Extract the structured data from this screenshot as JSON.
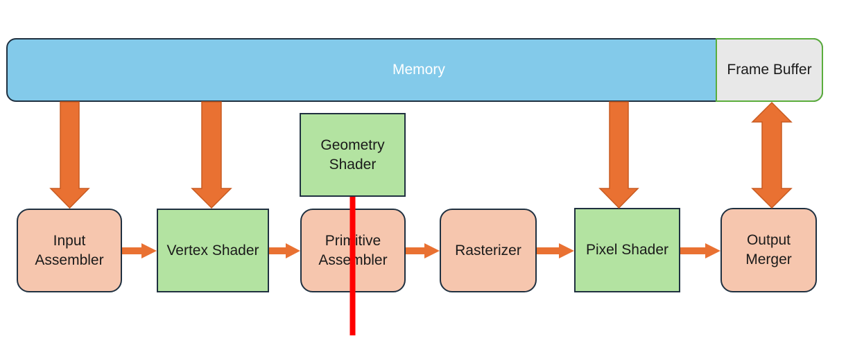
{
  "memory": {
    "label": "Memory"
  },
  "frame_buffer": {
    "label": "Frame Buffer"
  },
  "stages": {
    "input_assembler": "Input\nAssembler",
    "vertex_shader": "Vertex Shader",
    "primitive_assembler": "Primitive\nAssembler",
    "rasterizer": "Rasterizer",
    "pixel_shader": "Pixel Shader",
    "output_merger": "Output\nMerger",
    "geometry_shader": "Geometry\nShader"
  },
  "colors": {
    "memory_fill": "#83caea",
    "frame_buffer_fill": "#e8e8e8",
    "fixed_stage_fill": "#f6c6ae",
    "programmable_stage_fill": "#b3e3a1",
    "arrow": "#e97132",
    "cut_line": "#ff0000"
  }
}
